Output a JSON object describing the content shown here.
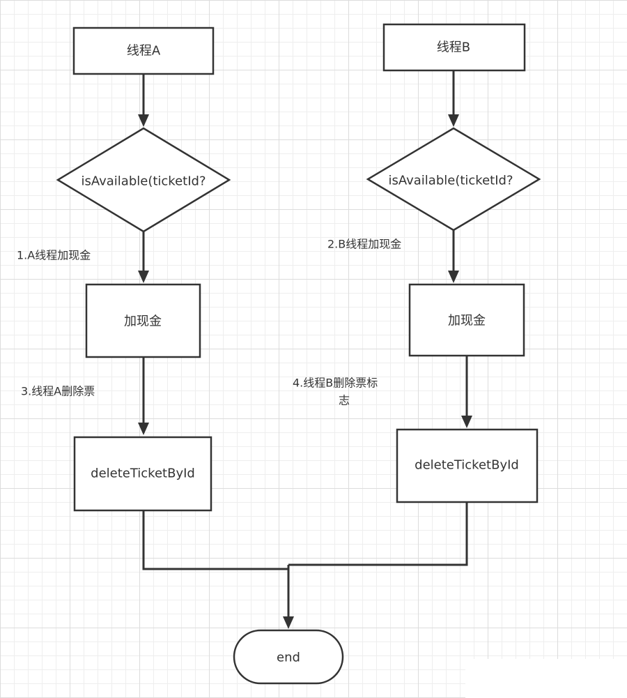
{
  "nodes": {
    "thread_a": "线程A",
    "thread_b": "线程B",
    "check_a": "isAvailable(ticketId?",
    "check_b": "isAvailable(ticketId?",
    "add_cash_a": "加现金",
    "add_cash_b": "加现金",
    "delete_a": "deleteTicketById",
    "delete_b": "deleteTicketById",
    "end": "end"
  },
  "edge_labels": {
    "step1": "1.A线程加现金",
    "step2": "2.B线程加现金",
    "step3": "3.线程A删除票",
    "step4_line1": "4.线程B删除票标",
    "step4_line2": "志"
  },
  "colors": {
    "stroke": "#333333",
    "fill": "#ffffff",
    "grid_major": "#dcdcdc",
    "grid_minor": "#eeeeee"
  }
}
